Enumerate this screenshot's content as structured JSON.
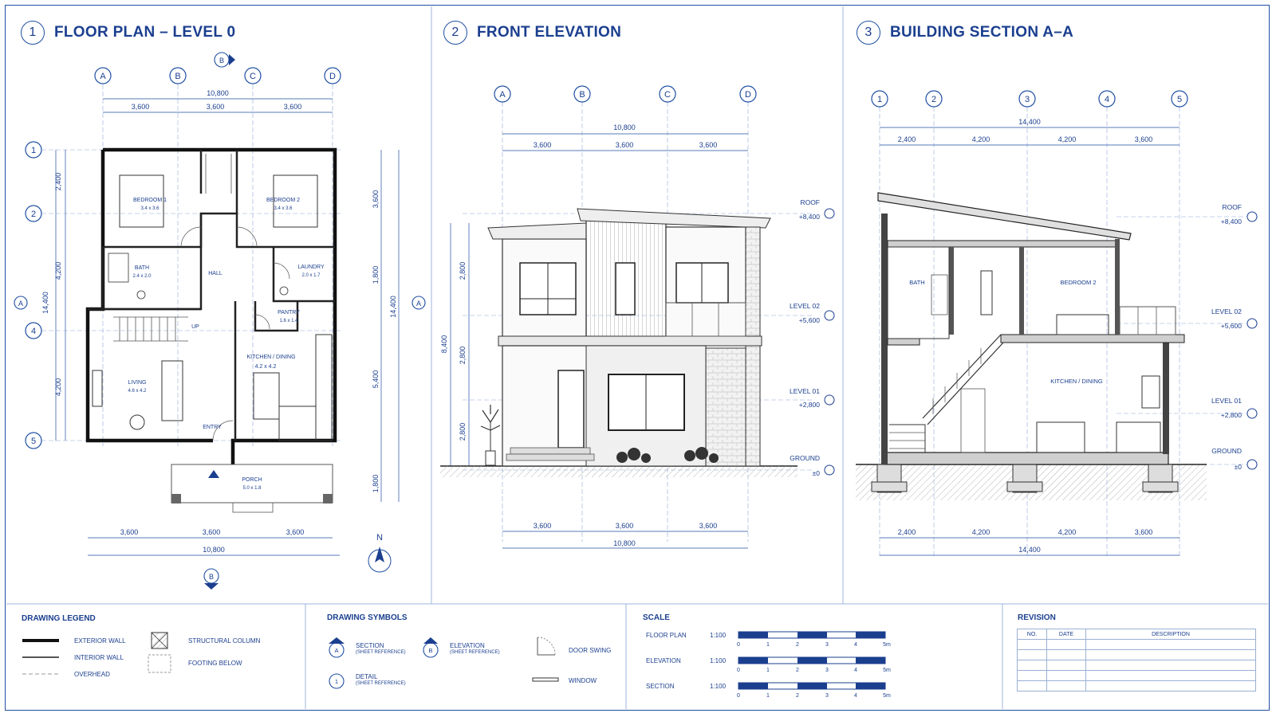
{
  "panels": {
    "floor_plan": {
      "num": "1",
      "title": "FLOOR PLAN – LEVEL 0"
    },
    "front_elevation": {
      "num": "2",
      "title": "FRONT ELEVATION"
    },
    "section": {
      "num": "3",
      "title": "BUILDING SECTION A–A"
    }
  },
  "floor_plan": {
    "col_grid": [
      "A",
      "B",
      "C",
      "D"
    ],
    "row_grid": [
      "1",
      "2",
      "4",
      "5"
    ],
    "overall_width": "10,800",
    "bays": [
      "3,600",
      "3,600",
      "3,600"
    ],
    "overall_depth": "14,400",
    "left_dims": [
      "2,400",
      "4,200",
      "4,200"
    ],
    "right_dims": [
      "3,600",
      "1,800",
      "5,400",
      "1,800"
    ],
    "section_marker": "B",
    "elevation_marker": "A",
    "north": "N",
    "stair_label": "UP",
    "rooms": {
      "bedroom1": {
        "name": "BEDROOM 1",
        "size": "3.4 x 3.6"
      },
      "bedroom2": {
        "name": "BEDROOM 2",
        "size": "3.4 x 3.6"
      },
      "bath": {
        "name": "BATH",
        "size": "2.4 x 2.0"
      },
      "hall": {
        "name": "HALL"
      },
      "laundry": {
        "name": "LAUNDRY",
        "size": "2.0 x 1.7"
      },
      "pantry": {
        "name": "PANTRY",
        "size": "1.6 x 1.4"
      },
      "kitchen": {
        "name": "KITCHEN / DINING",
        "size": "4.2 x 4.2"
      },
      "living": {
        "name": "LIVING",
        "size": "4.6 x 4.2"
      },
      "entry": {
        "name": "ENTRY"
      },
      "porch": {
        "name": "PORCH",
        "size": "5.0 x 1.8"
      }
    }
  },
  "front_elevation": {
    "col_grid": [
      "A",
      "B",
      "C",
      "D"
    ],
    "overall_width": "10,800",
    "bays": [
      "3,600",
      "3,600",
      "3,600"
    ],
    "height_total": "8,400",
    "height_dims": [
      "2,800",
      "2,800",
      "2,800"
    ],
    "levels": [
      {
        "name": "ROOF",
        "value": "+8,400"
      },
      {
        "name": "LEVEL 02",
        "value": "+5,600"
      },
      {
        "name": "LEVEL 01",
        "value": "+2,800"
      },
      {
        "name": "GROUND",
        "value": "±0"
      }
    ]
  },
  "section": {
    "col_grid": [
      "1",
      "2",
      "3",
      "4",
      "5"
    ],
    "overall_width": "14,400",
    "bays": [
      "2,400",
      "4,200",
      "4,200",
      "3,600"
    ],
    "levels": [
      {
        "name": "ROOF",
        "value": "+8,400"
      },
      {
        "name": "LEVEL 02",
        "value": "+5,600"
      },
      {
        "name": "LEVEL 01",
        "value": "+2,800"
      },
      {
        "name": "GROUND",
        "value": "±0"
      }
    ],
    "rooms": {
      "bath": "BATH",
      "bedroom2": "BEDROOM 2",
      "kitchen": "KITCHEN / DINING"
    }
  },
  "legend": {
    "title": "DRAWING LEGEND",
    "exterior_wall": "EXTERIOR WALL",
    "interior_wall": "INTERIOR WALL",
    "overhead": "OVERHEAD",
    "structural_column": "STRUCTURAL COLUMN",
    "footing_below": "FOOTING BELOW"
  },
  "symbols": {
    "title": "DRAWING SYMBOLS",
    "section": {
      "label": "SECTION",
      "sub": "(SHEET REFERENCE)",
      "marker": "A"
    },
    "elevation": {
      "label": "ELEVATION",
      "sub": "(SHEET REFERENCE)",
      "marker": "B"
    },
    "detail": {
      "label": "DETAIL",
      "sub": "(SHEET REFERENCE)",
      "marker": "1"
    },
    "door_swing": "DOOR SWING",
    "window": "WINDOW"
  },
  "scale": {
    "title": "SCALE",
    "rows": [
      {
        "label": "FLOOR PLAN",
        "ratio": "1:100"
      },
      {
        "label": "ELEVATION",
        "ratio": "1:100"
      },
      {
        "label": "SECTION",
        "ratio": "1:100"
      }
    ],
    "ticks": [
      "0",
      "1",
      "2",
      "3",
      "4",
      "5m"
    ]
  },
  "revision": {
    "title": "REVISION",
    "headers": [
      "NO.",
      "DATE",
      "DESCRIPTION"
    ]
  }
}
